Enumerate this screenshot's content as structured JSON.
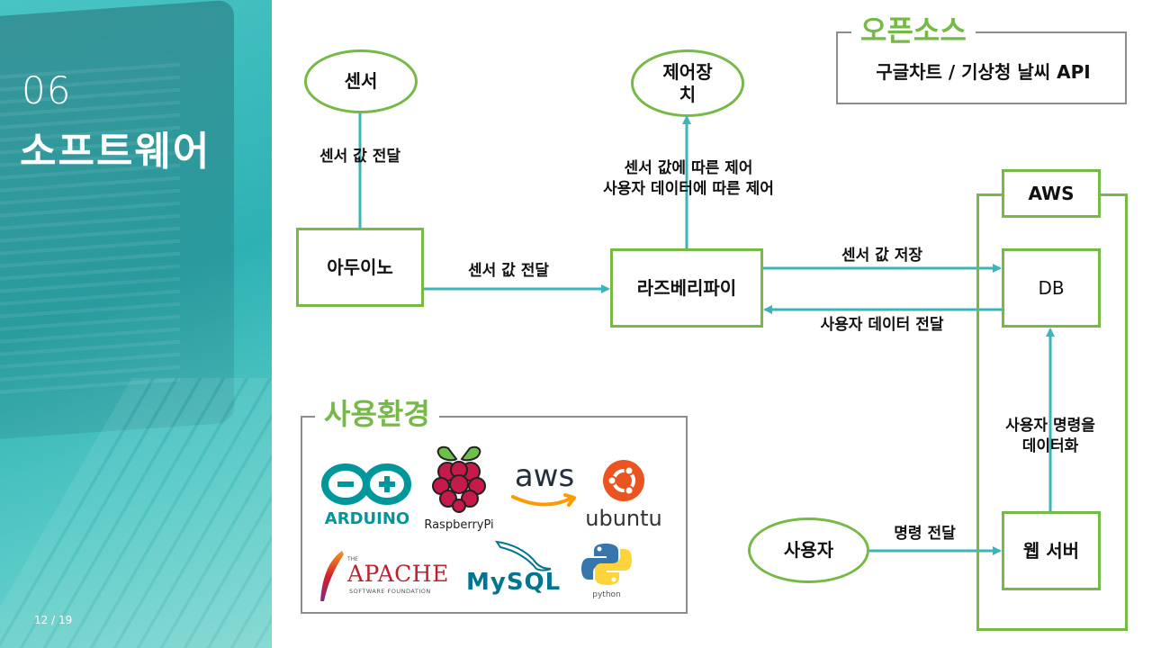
{
  "left_panel": {
    "section_number": "06",
    "section_title": "소프트웨어",
    "page_indicator": "12 / 19"
  },
  "open_source": {
    "title": "오픈소스",
    "content": "구글차트 / 기상청 날씨 API"
  },
  "nodes": {
    "sensor": "센서",
    "actuator_line1": "제어장",
    "actuator_line2": "치",
    "arduino": "아두이노",
    "raspberrypi": "라즈베리파이",
    "aws": "AWS",
    "db": "DB",
    "web_server": "웹 서버",
    "user": "사용자"
  },
  "edge_labels": {
    "sensor_to_arduino": "센서 값 전달",
    "arduino_to_rpi": "센서 값 전달",
    "rpi_to_actuator_line1": "센서 값에 따른 제어",
    "rpi_to_actuator_line2": "사용자 데이터에 따른 제어",
    "rpi_to_db": "센서 값 저장",
    "db_to_rpi": "사용자 데이터 전달",
    "web_to_db_line1": "사용자 명령을",
    "web_to_db_line2": "데이터화",
    "user_to_web": "명령 전달"
  },
  "environment": {
    "title": "사용환경",
    "logos": {
      "arduino": "ARDUINO",
      "raspberry": "RaspberryPi",
      "aws": "aws",
      "ubuntu": "ubuntu",
      "apache_small": "THE",
      "apache": "APACHE",
      "apache_sub": "SOFTWARE FOUNDATION",
      "mysql": "MySQL",
      "python": "python"
    }
  },
  "colors": {
    "accent_green": "#76b947",
    "arrow_teal": "#3bb5b9",
    "panel_teal": "#2eb1b3"
  }
}
